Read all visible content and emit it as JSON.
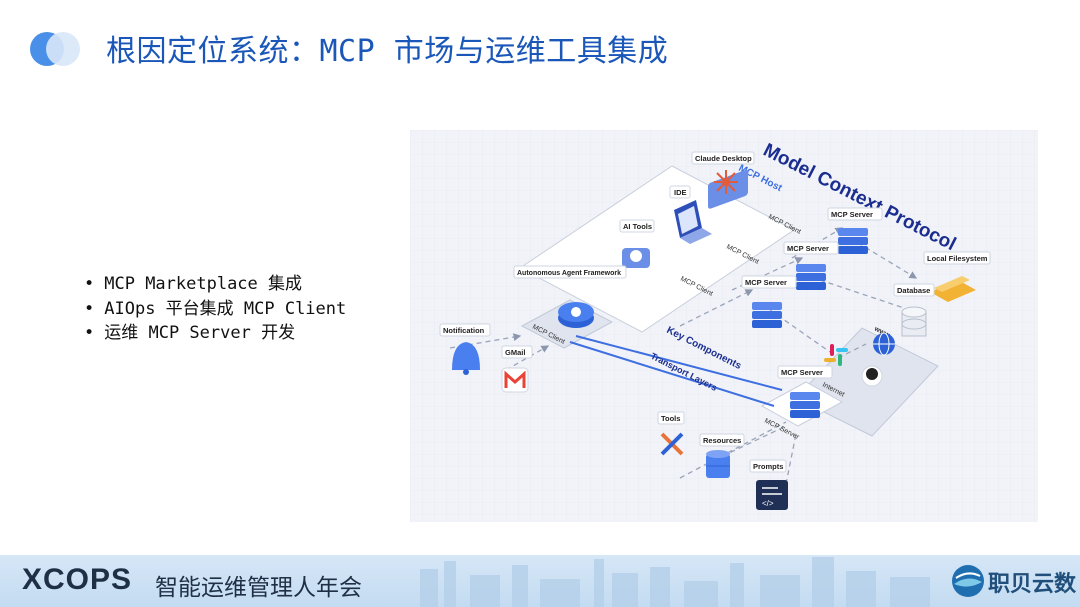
{
  "slide": {
    "title": "根因定位系统：MCP 市场与运维工具集成",
    "bullets": [
      "MCP Marketplace 集成",
      "AIOps 平台集成 MCP Client",
      "运维 MCP Server 开发"
    ]
  },
  "diagram": {
    "heading": "Model Context Protocol",
    "mcp_host_label": "MCP Host",
    "claude_desktop": "Claude Desktop",
    "ide": "IDE",
    "ai_tools": "AI Tools",
    "agent_framework": "Autonomous Agent Framework",
    "mcp_client": "MCP Client",
    "mcp_server": "MCP Server",
    "local_filesystem": "Local Filesystem",
    "database": "Database",
    "notification": "Notification",
    "gmail": "GMail",
    "key_components": "Key Components",
    "transport_layers": "Transport Layers",
    "internet": "Internet",
    "www": "www",
    "tools": "Tools",
    "resources": "Resources",
    "prompts": "Prompts"
  },
  "footer": {
    "brand": "XCOPS",
    "event": "智能运维管理人年会",
    "company": "职贝云数"
  },
  "colors": {
    "title_blue": "#1a57b8",
    "heading_navy": "#1b2e8f",
    "server_blue": "#3d6fe0"
  }
}
